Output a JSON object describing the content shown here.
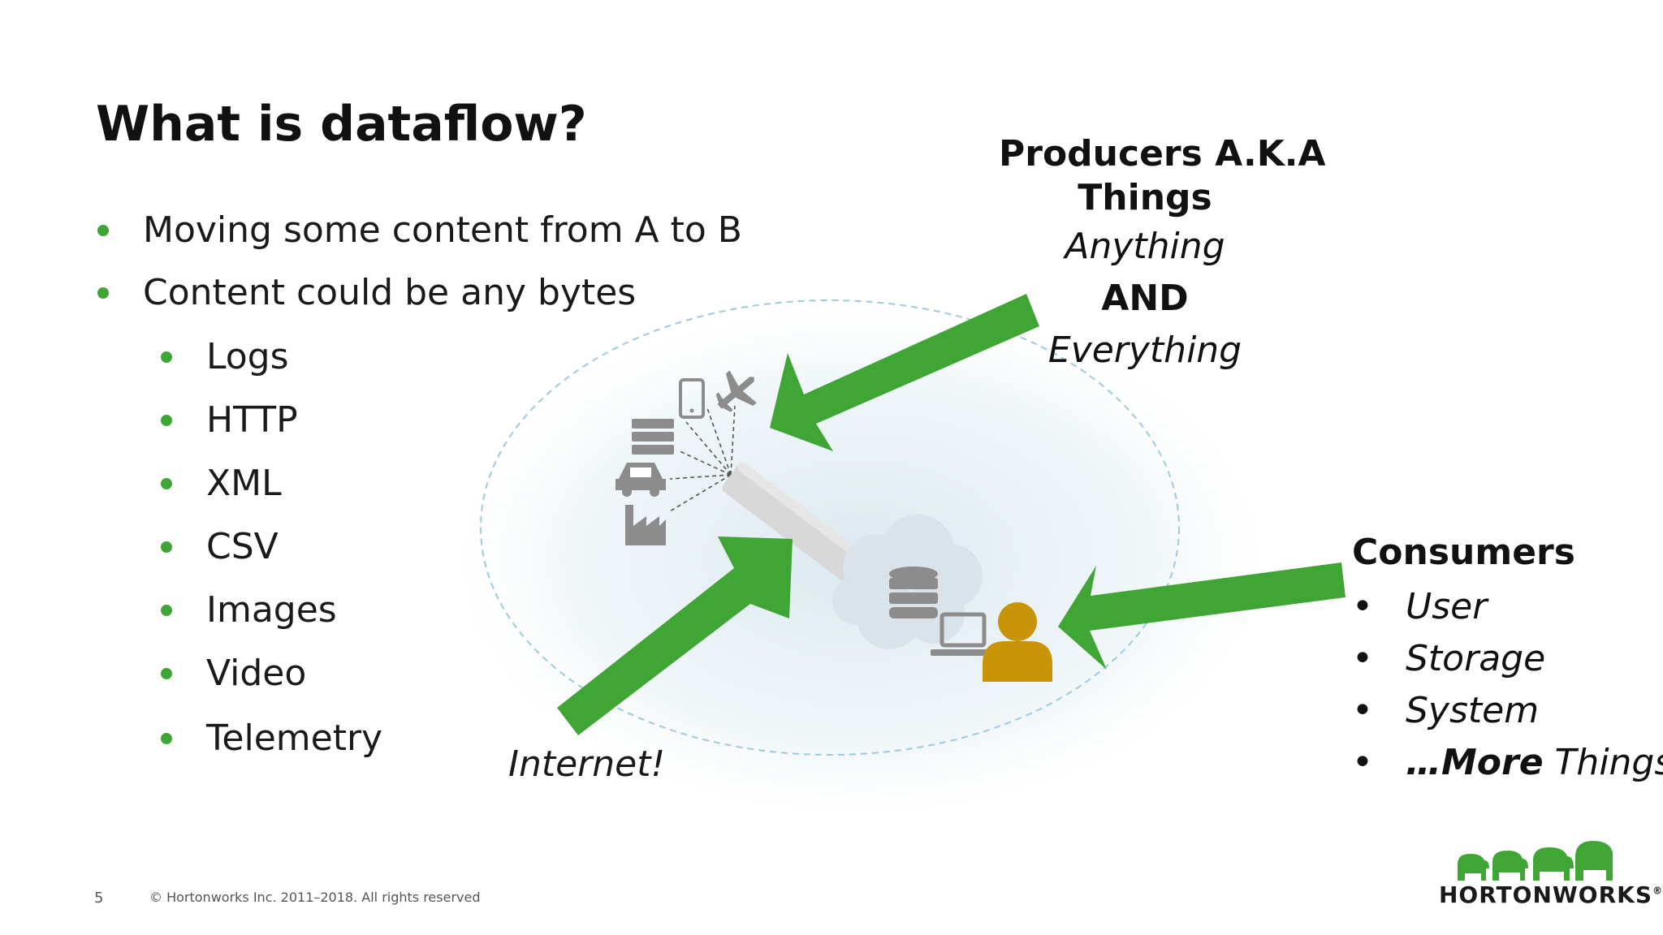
{
  "slide": {
    "title": "What is dataflow?",
    "bullets": [
      "Moving some content from A to B",
      "Content could be any bytes"
    ],
    "sub_bullets": [
      "Logs",
      "HTTP",
      "XML",
      "CSV",
      "Images",
      "Video",
      "Telemetry"
    ]
  },
  "producers": {
    "line1": "Producers A.K.A",
    "line2": "Things",
    "line3": "Anything",
    "line4": "AND",
    "line5": "Everything"
  },
  "internet_label": "Internet!",
  "consumers": {
    "heading": "Consumers",
    "items": [
      "User",
      "Storage",
      "System"
    ],
    "more_bold": "…More",
    "more_rest": " Things"
  },
  "footer": {
    "page_number": "5",
    "copyright": "© Hortonworks Inc. 2011–2018. All rights reserved",
    "brand": "HORTONWORKS"
  },
  "colors": {
    "accent_green": "#3fa535",
    "user_gold": "#c8940a",
    "icon_gray": "#8c8c8c"
  },
  "icons": [
    "phone-icon",
    "airplane-icon",
    "server-icon",
    "car-icon",
    "factory-icon",
    "database-icon",
    "laptop-icon",
    "user-icon",
    "elephant-logo-icon"
  ]
}
